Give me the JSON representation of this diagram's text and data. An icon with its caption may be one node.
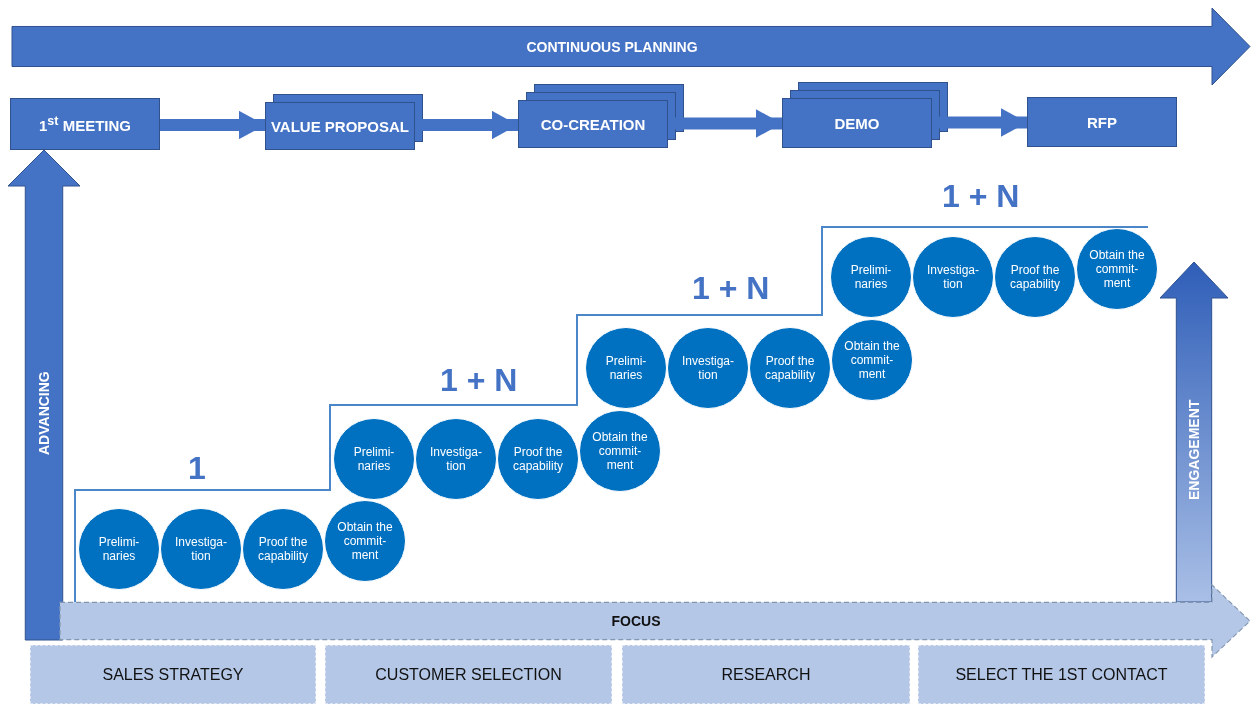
{
  "diagram": {
    "nodes": [
      {
        "text": [
          "CONTINUOUS PLANNING"
        ]
      },
      {
        "text": [
          "1$^{st}$ MEETING"
        ]
      },
      {
        "text": [
          "VALUE PROPOSAL"
        ]
      },
      {
        "text": [
          "CO-CREATION"
        ]
      },
      {
        "text": [
          "DEMO"
        ]
      },
      {
        "text": [
          "RFP"
        ]
      },
      {
        "text": [
          "ADVANCING"
        ]
      },
      {
        "text": [
          "ENGAGEMENT"
        ]
      },
      {
        "text": [
          "FOCUS"
        ]
      },
      {
        "text": [
          "SALES STRATEGY"
        ]
      },
      {
        "text": [
          "CUSTOMER SELECTION"
        ]
      },
      {
        "text": [
          "RESEARCH"
        ]
      },
      {
        "text": [
          "SELECT THE 1ST CONTACT"
        ]
      },
      {
        "text": [
          "Prelimi-naries"
        ]
      },
      {
        "text": [
          "Investiga-tion"
        ]
      },
      {
        "text": [
          "Proof the capability"
        ]
      },
      {
        "text": [
          "Obtain the commit-ment"
        ]
      },
      {
        "text": [
          "Prelimi-naries"
        ]
      },
      {
        "text": [
          "Investiga-tion"
        ]
      },
      {
        "text": [
          "Proof the capability"
        ]
      },
      {
        "text": [
          "Obtain the commit-ment"
        ]
      },
      {
        "text": [
          "Prelimi-naries"
        ]
      },
      {
        "text": [
          "Investiga-tion"
        ]
      },
      {
        "text": [
          "Proof the capability"
        ]
      },
      {
        "text": [
          "Obtain the commit-ment"
        ]
      },
      {
        "text": [
          "Prelimi-naries"
        ]
      },
      {
        "text": [
          "Investiga-tion"
        ]
      },
      {
        "text": [
          "Proof the capability"
        ]
      },
      {
        "text": [
          "Obtain the commit-ment"
        ]
      }
    ],
    "edges": [
      {
        "from": 1,
        "to": 2,
        "arrow": "to"
      },
      {
        "from": 2,
        "to": 3,
        "arrow": "to"
      },
      {
        "from": 3,
        "to": 4,
        "arrow": "to"
      },
      {
        "from": 4,
        "to": 5,
        "arrow": "to"
      }
    ],
    "labels": [
      "1 + N",
      "1 + N",
      "1 + N",
      "1"
    ]
  }
}
